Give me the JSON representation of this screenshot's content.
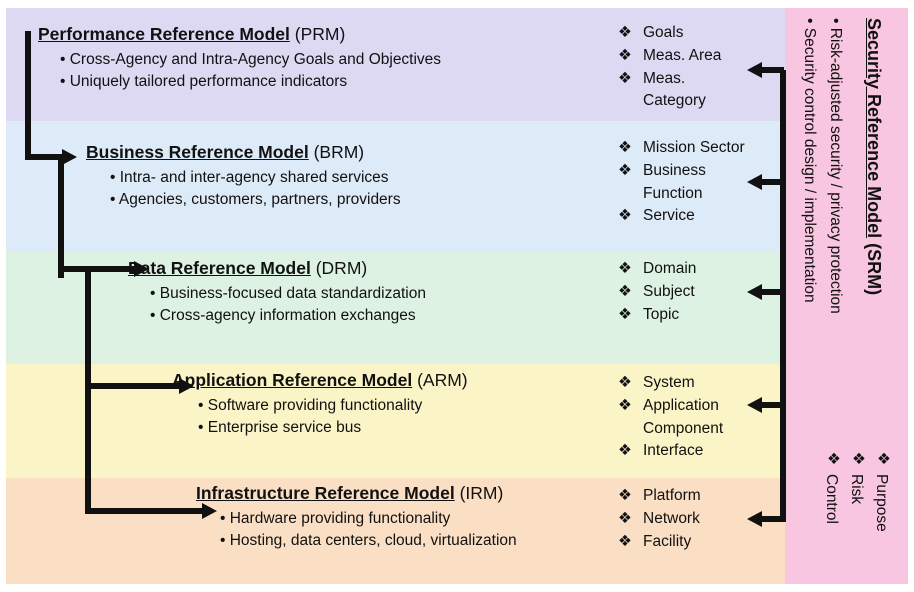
{
  "diagram": {
    "title": "Federal Enterprise Architecture Reference Models",
    "bullet_glyph": "•",
    "diamond_glyph": "❖"
  },
  "colors": {
    "prm_band": "#ddd9f3",
    "brm_band": "#ddeaf8",
    "drm_band": "#ddf2e2",
    "arm_band": "#fbf4c7",
    "irm_band": "#fbdfc4",
    "srm_panel": "#f8c6e0",
    "connector": "#111111"
  },
  "models": [
    {
      "key": "prm",
      "name": "Performance Reference Model",
      "abbr": "(PRM)",
      "bullets": [
        "Cross-Agency and Intra-Agency Goals and Objectives",
        "Uniquely tailored performance indicators"
      ],
      "taxonomy": [
        "Goals",
        "Meas. Area",
        "Meas."
      ],
      "taxonomy_continuation": "Category"
    },
    {
      "key": "brm",
      "name": "Business Reference Model",
      "abbr": "(BRM)",
      "bullets": [
        "Intra- and inter-agency shared services",
        "Agencies, customers, partners, providers"
      ],
      "taxonomy": [
        "Mission Sector",
        "Business",
        "Service"
      ],
      "taxonomy_continuation": "Function"
    },
    {
      "key": "drm",
      "name": "Data Reference Model",
      "abbr": "(DRM)",
      "bullets": [
        "Business-focused data standardization",
        "Cross-agency information exchanges"
      ],
      "taxonomy": [
        "Domain",
        "Subject",
        "Topic"
      ],
      "taxonomy_continuation": ""
    },
    {
      "key": "arm",
      "name": "Application Reference Model",
      "abbr": "(ARM)",
      "bullets": [
        "Software providing functionality",
        "Enterprise service bus"
      ],
      "taxonomy": [
        "System",
        "Application",
        "Interface"
      ],
      "taxonomy_continuation": "Component"
    },
    {
      "key": "irm",
      "name": "Infrastructure Reference Model",
      "abbr": "(IRM)",
      "bullets": [
        "Hardware providing functionality",
        "Hosting, data centers, cloud, virtualization"
      ],
      "taxonomy": [
        "Platform",
        "Network",
        "Facility"
      ],
      "taxonomy_continuation": ""
    }
  ],
  "srm": {
    "name": "Security Reference Model",
    "abbr": "(SRM)",
    "bullets": [
      "Risk-adjusted security / privacy protection",
      "Security control design / implementation"
    ],
    "taxonomy": [
      "Purpose",
      "Risk",
      "Control"
    ]
  }
}
